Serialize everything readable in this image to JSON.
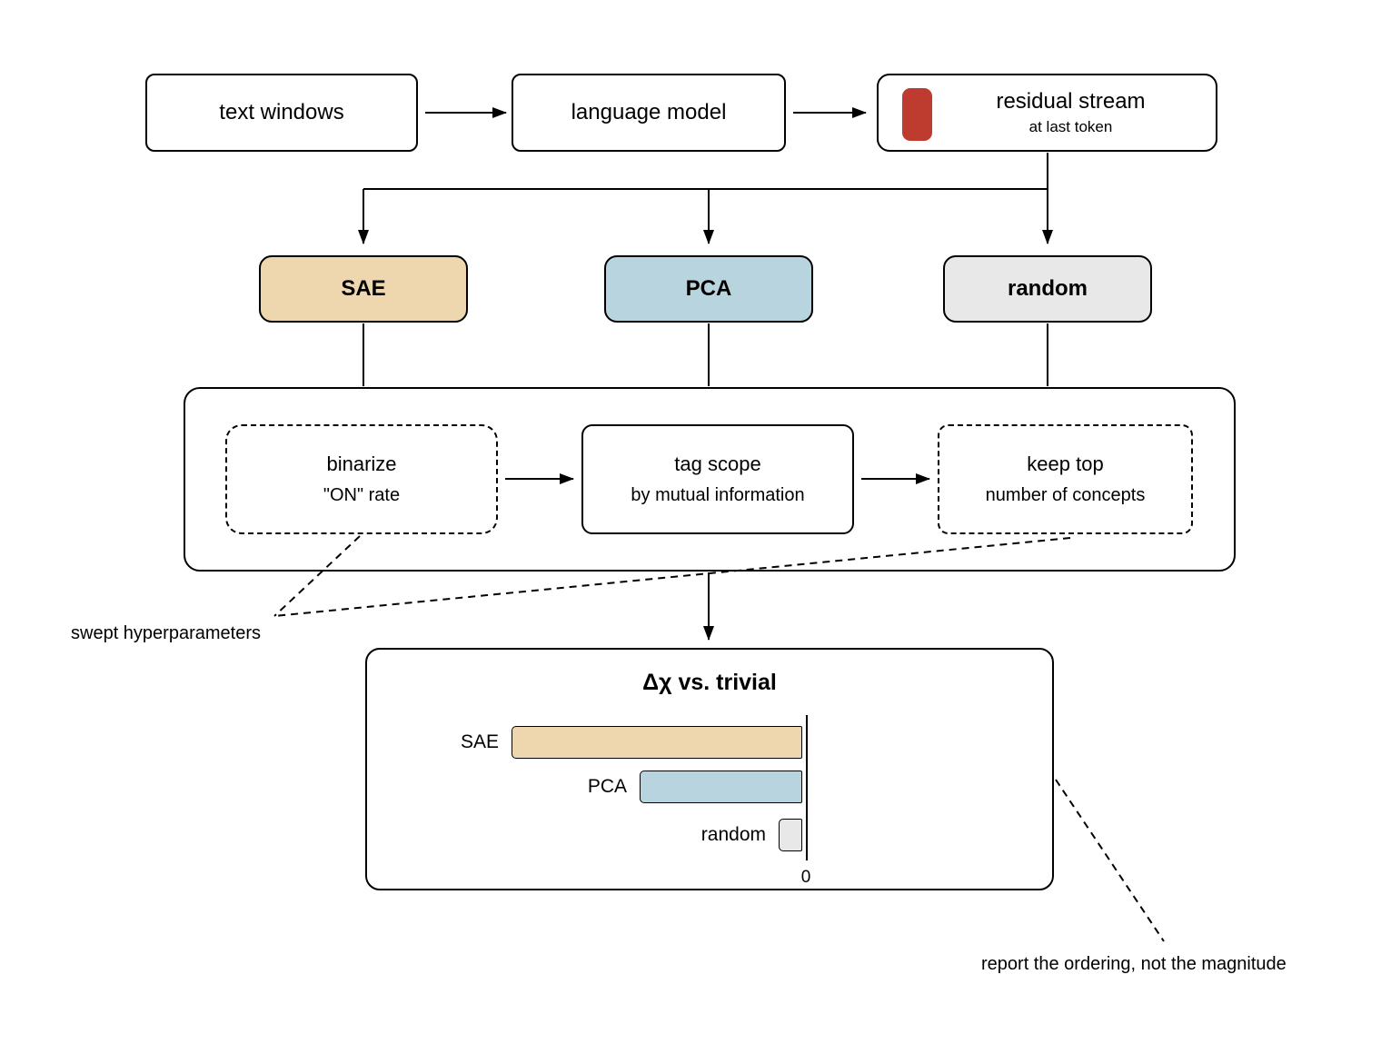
{
  "diagram": {
    "pipeline_top": {
      "text_windows": "text windows",
      "language_model": "language model",
      "residual_stream": {
        "title": "residual stream",
        "subtitle": "at last token"
      }
    },
    "methods": [
      {
        "id": "sae",
        "label": "SAE",
        "color": "#EED7AE"
      },
      {
        "id": "pca",
        "label": "PCA",
        "color": "#B8D4DF"
      },
      {
        "id": "random",
        "label": "random",
        "color": "#E8E8E8"
      }
    ],
    "stages": [
      {
        "title": "binarize",
        "subtitle": "\"ON\" rate",
        "dashed": true
      },
      {
        "title": "tag scope",
        "subtitle": "by mutual information",
        "dashed": false
      },
      {
        "title": "keep top",
        "subtitle": "number of concepts",
        "dashed": true
      }
    ],
    "annotations": {
      "swept": "swept hyperparameters",
      "report": "report the ordering, not the magnitude"
    },
    "colors": {
      "residual_icon": "#BE3B2F",
      "stroke": "#000000"
    }
  },
  "chart_data": {
    "type": "bar",
    "orientation": "horizontal",
    "title": "Δχ vs. trivial",
    "categories": [
      "SAE",
      "PCA",
      "random"
    ],
    "values": [
      -1.0,
      -0.56,
      -0.08
    ],
    "colors": [
      "#EED7AE",
      "#B8D4DF",
      "#E8E8E8"
    ],
    "x_axis": {
      "zero_tick_label": "0",
      "axis_position": "right edge of bars"
    },
    "legend": null,
    "grid": false,
    "note": "bars extend leftward from the zero axis; lengths are schematic — the figure reports ordering (SAE > PCA > random), not magnitude"
  }
}
